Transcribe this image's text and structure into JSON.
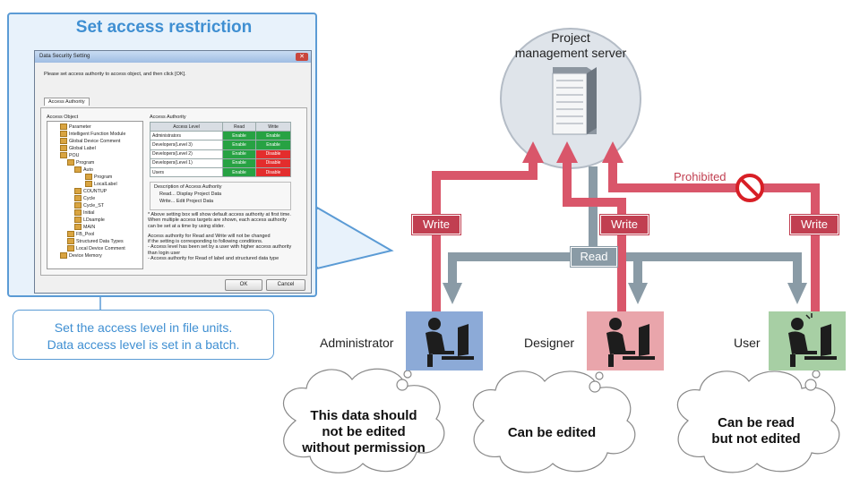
{
  "panel": {
    "title": "Set access restriction",
    "dialog": {
      "title": "Data Security Setting",
      "instruction": "Please set access authority to access object, and then click [OK].",
      "tab": "Access Authority",
      "object_header": "Access Object",
      "authority_header": "Access Authority",
      "tree": [
        "Parameter",
        "Intelligent Function Module",
        "Global Device Comment",
        "Global Label",
        "POU",
        "Program",
        "Auto",
        "Program",
        "LocalLabel",
        "COUNTUP",
        "Cycle",
        "Cycle_ST",
        "Initial",
        "LDsample",
        "MAIN",
        "FB_Pool",
        "Structured Data Types",
        "Local Device Comment",
        "Device Memory"
      ],
      "columns": [
        "Access Level",
        "Read",
        "Write"
      ],
      "rows": [
        {
          "level": "Administrators",
          "read": "Enable",
          "write": "Enable"
        },
        {
          "level": "Developers(Level 3)",
          "read": "Enable",
          "write": "Enable"
        },
        {
          "level": "Developers(Level 2)",
          "read": "Enable",
          "write": "Disable"
        },
        {
          "level": "Developers(Level 1)",
          "read": "Enable",
          "write": "Disable"
        },
        {
          "level": "Users",
          "read": "Enable",
          "write": "Disable"
        }
      ],
      "desc_title": "Description of Access Authority",
      "desc_read": "Read...  Display Project Data",
      "desc_write": "Write...  Edit Project Data",
      "note1": "* Above setting box will show default access authority at first time.",
      "note2": "When multiple access targets are shown, each access authority",
      "note3": "can be set at a time by using slider.",
      "note4": "Access authority for Read and Write will not be changed",
      "note5": "if the setting is corresponding to following conditions.",
      "note6": "- Access level has been set by a user with higher access authority",
      "note7": "  than login user",
      "note8": "- Access authority for Read of label and structured data type",
      "ok": "OK",
      "cancel": "Cancel"
    }
  },
  "callout": {
    "line1": "Set the access level in file units.",
    "line2": "Data access level is set in a batch."
  },
  "server": {
    "line1": "Project",
    "line2": "management server"
  },
  "tags": {
    "write": "Write",
    "read": "Read",
    "prohibited": "Prohibited"
  },
  "users": {
    "administrator": "Administrator",
    "designer": "Designer",
    "user": "User"
  },
  "clouds": {
    "administrator": [
      "This data should",
      "not be edited",
      "without permission"
    ],
    "designer": [
      "Can be edited"
    ],
    "user": [
      "Can be read",
      "but not edited"
    ]
  },
  "colors": {
    "write": "#d9566a",
    "read": "#8a9ba6",
    "callout": "#5b9bd5",
    "admin_bg": "#8caad7",
    "designer_bg": "#e9a5ab",
    "user_bg": "#a7cfa4"
  }
}
